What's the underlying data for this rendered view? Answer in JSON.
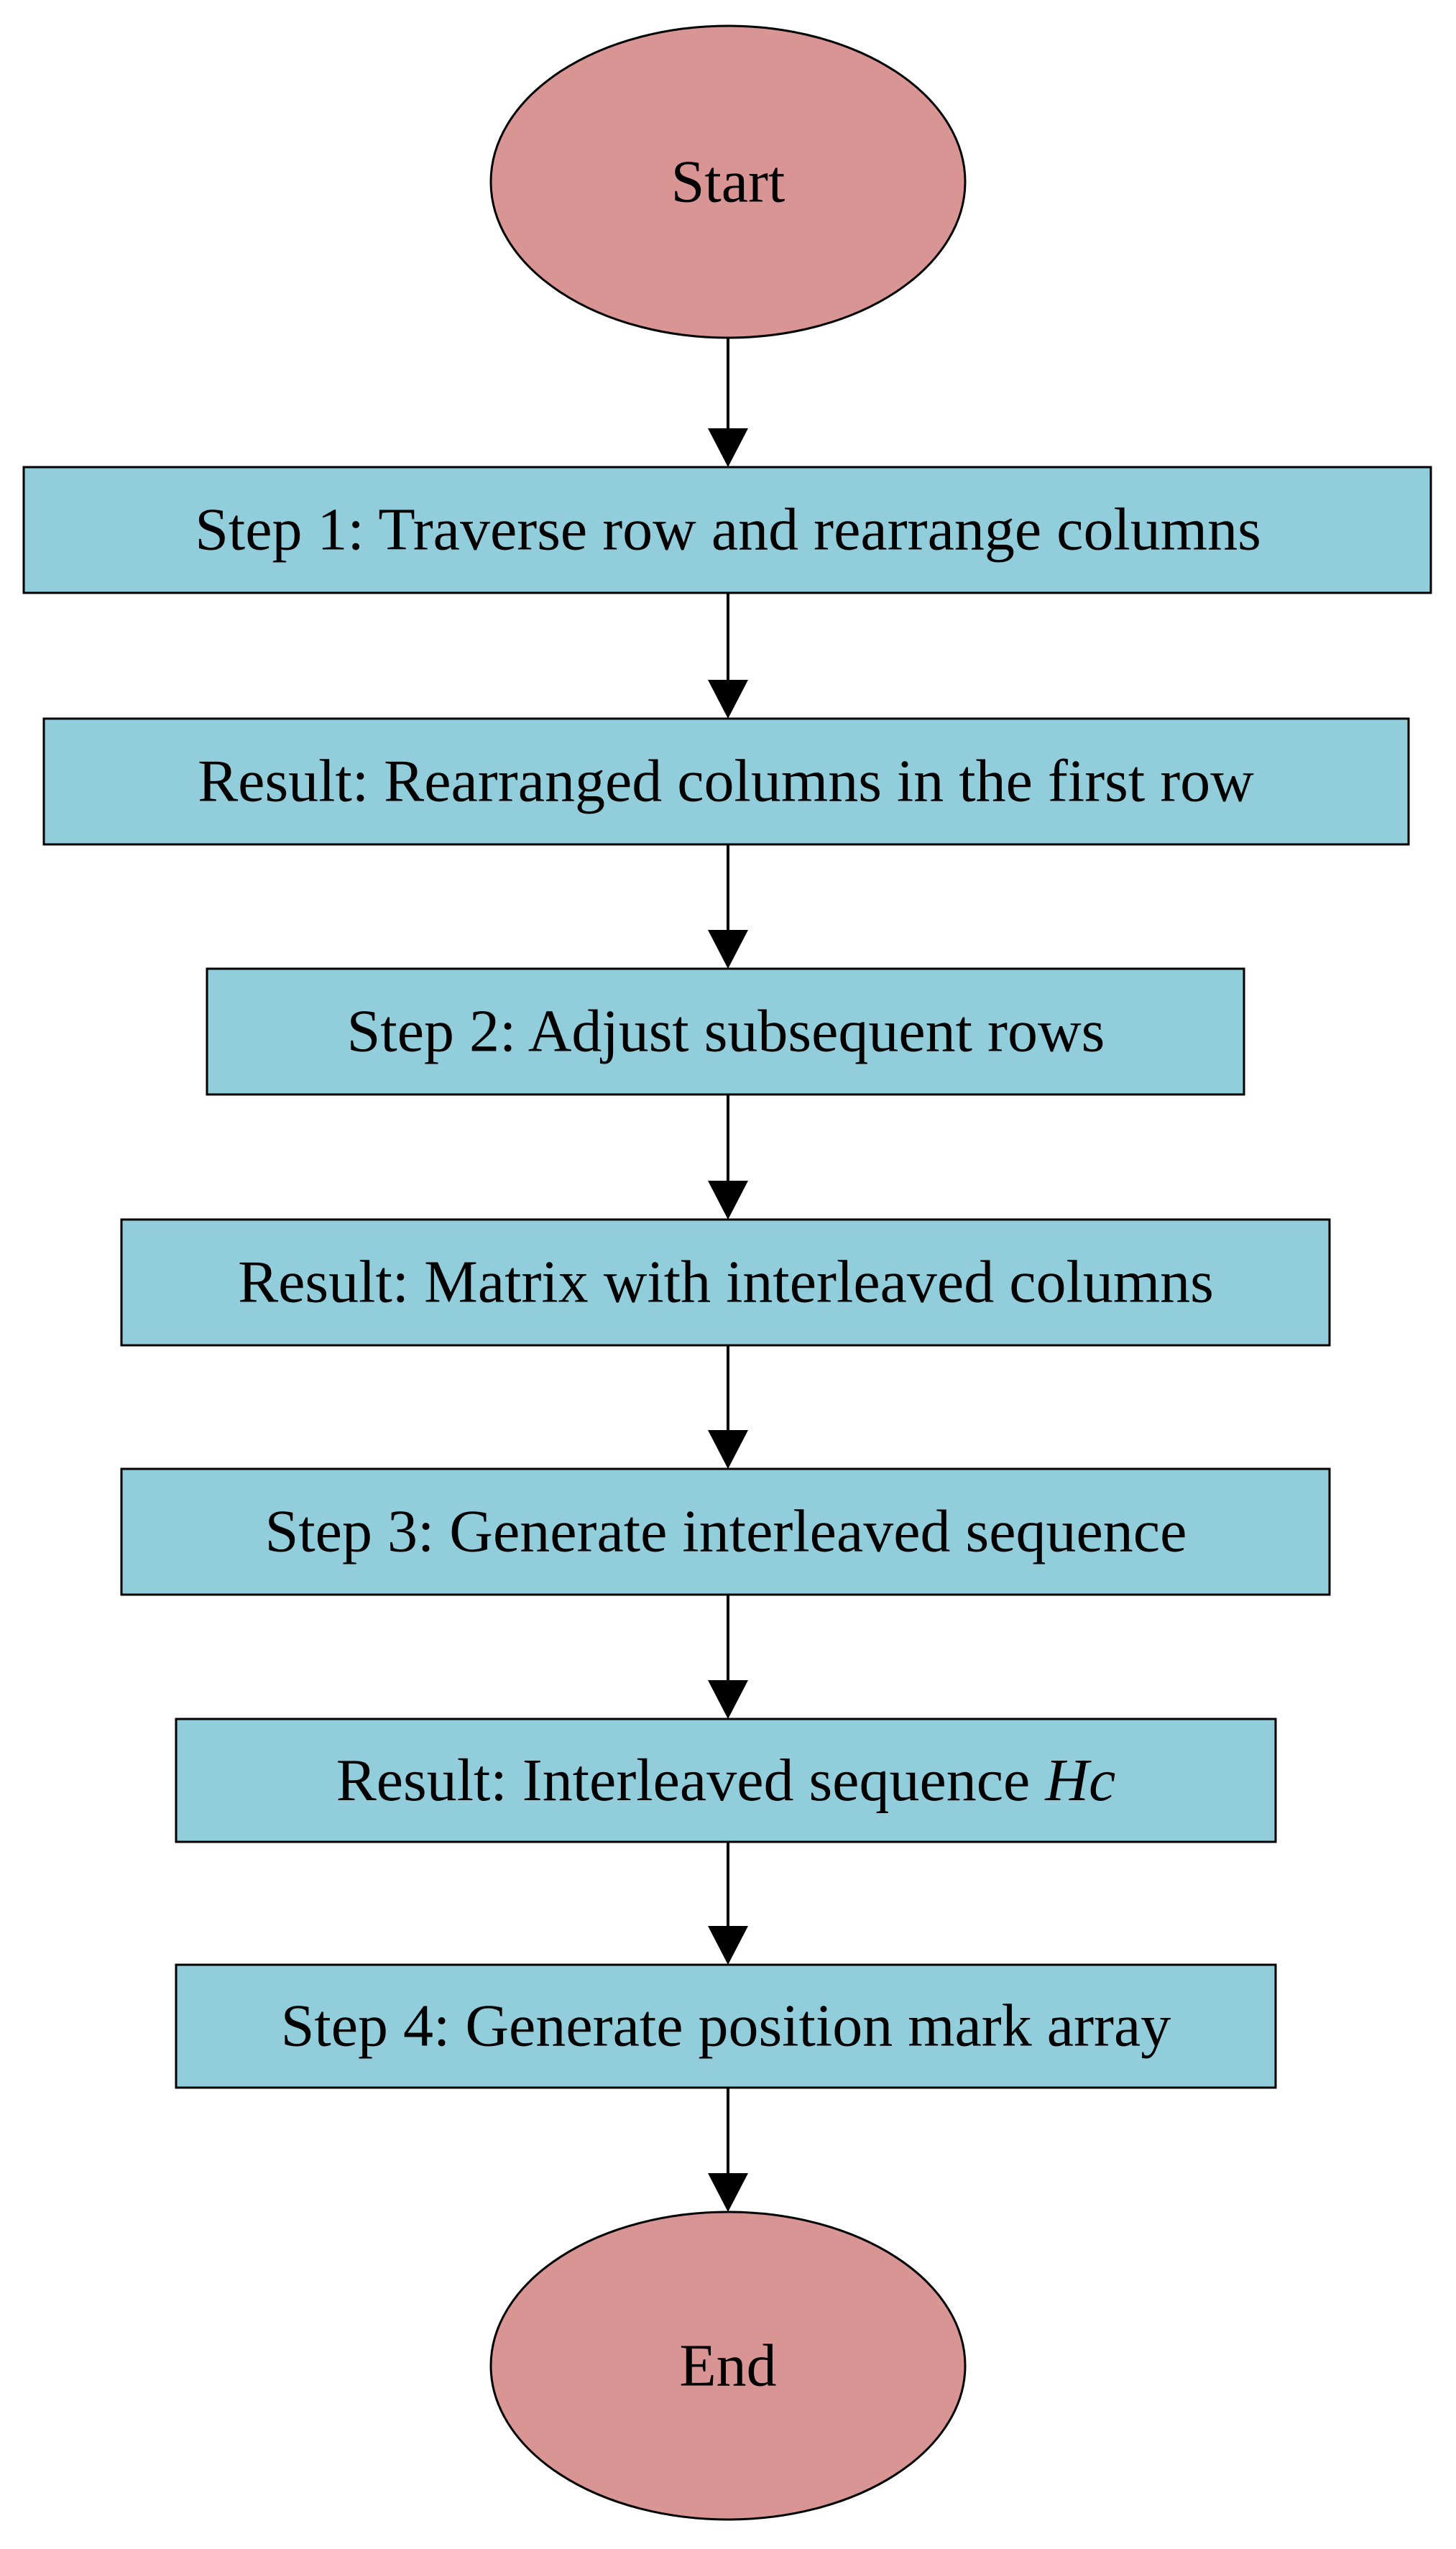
{
  "colors": {
    "terminal_fill": "#d99594",
    "process_fill": "#92cddc",
    "stroke": "#000000"
  },
  "nodes": {
    "start": "Start",
    "step1": "Step 1: Traverse row and rearrange columns",
    "result1": "Result: Rearranged columns in the first row",
    "step2": "Step 2: Adjust subsequent rows",
    "result2": "Result: Matrix with interleaved columns",
    "step3": "Step 3: Generate interleaved sequence",
    "result3_prefix": "Result: Interleaved sequence ",
    "result3_symbol": "Hc",
    "step4": "Step 4: Generate position mark array",
    "end": "End"
  }
}
